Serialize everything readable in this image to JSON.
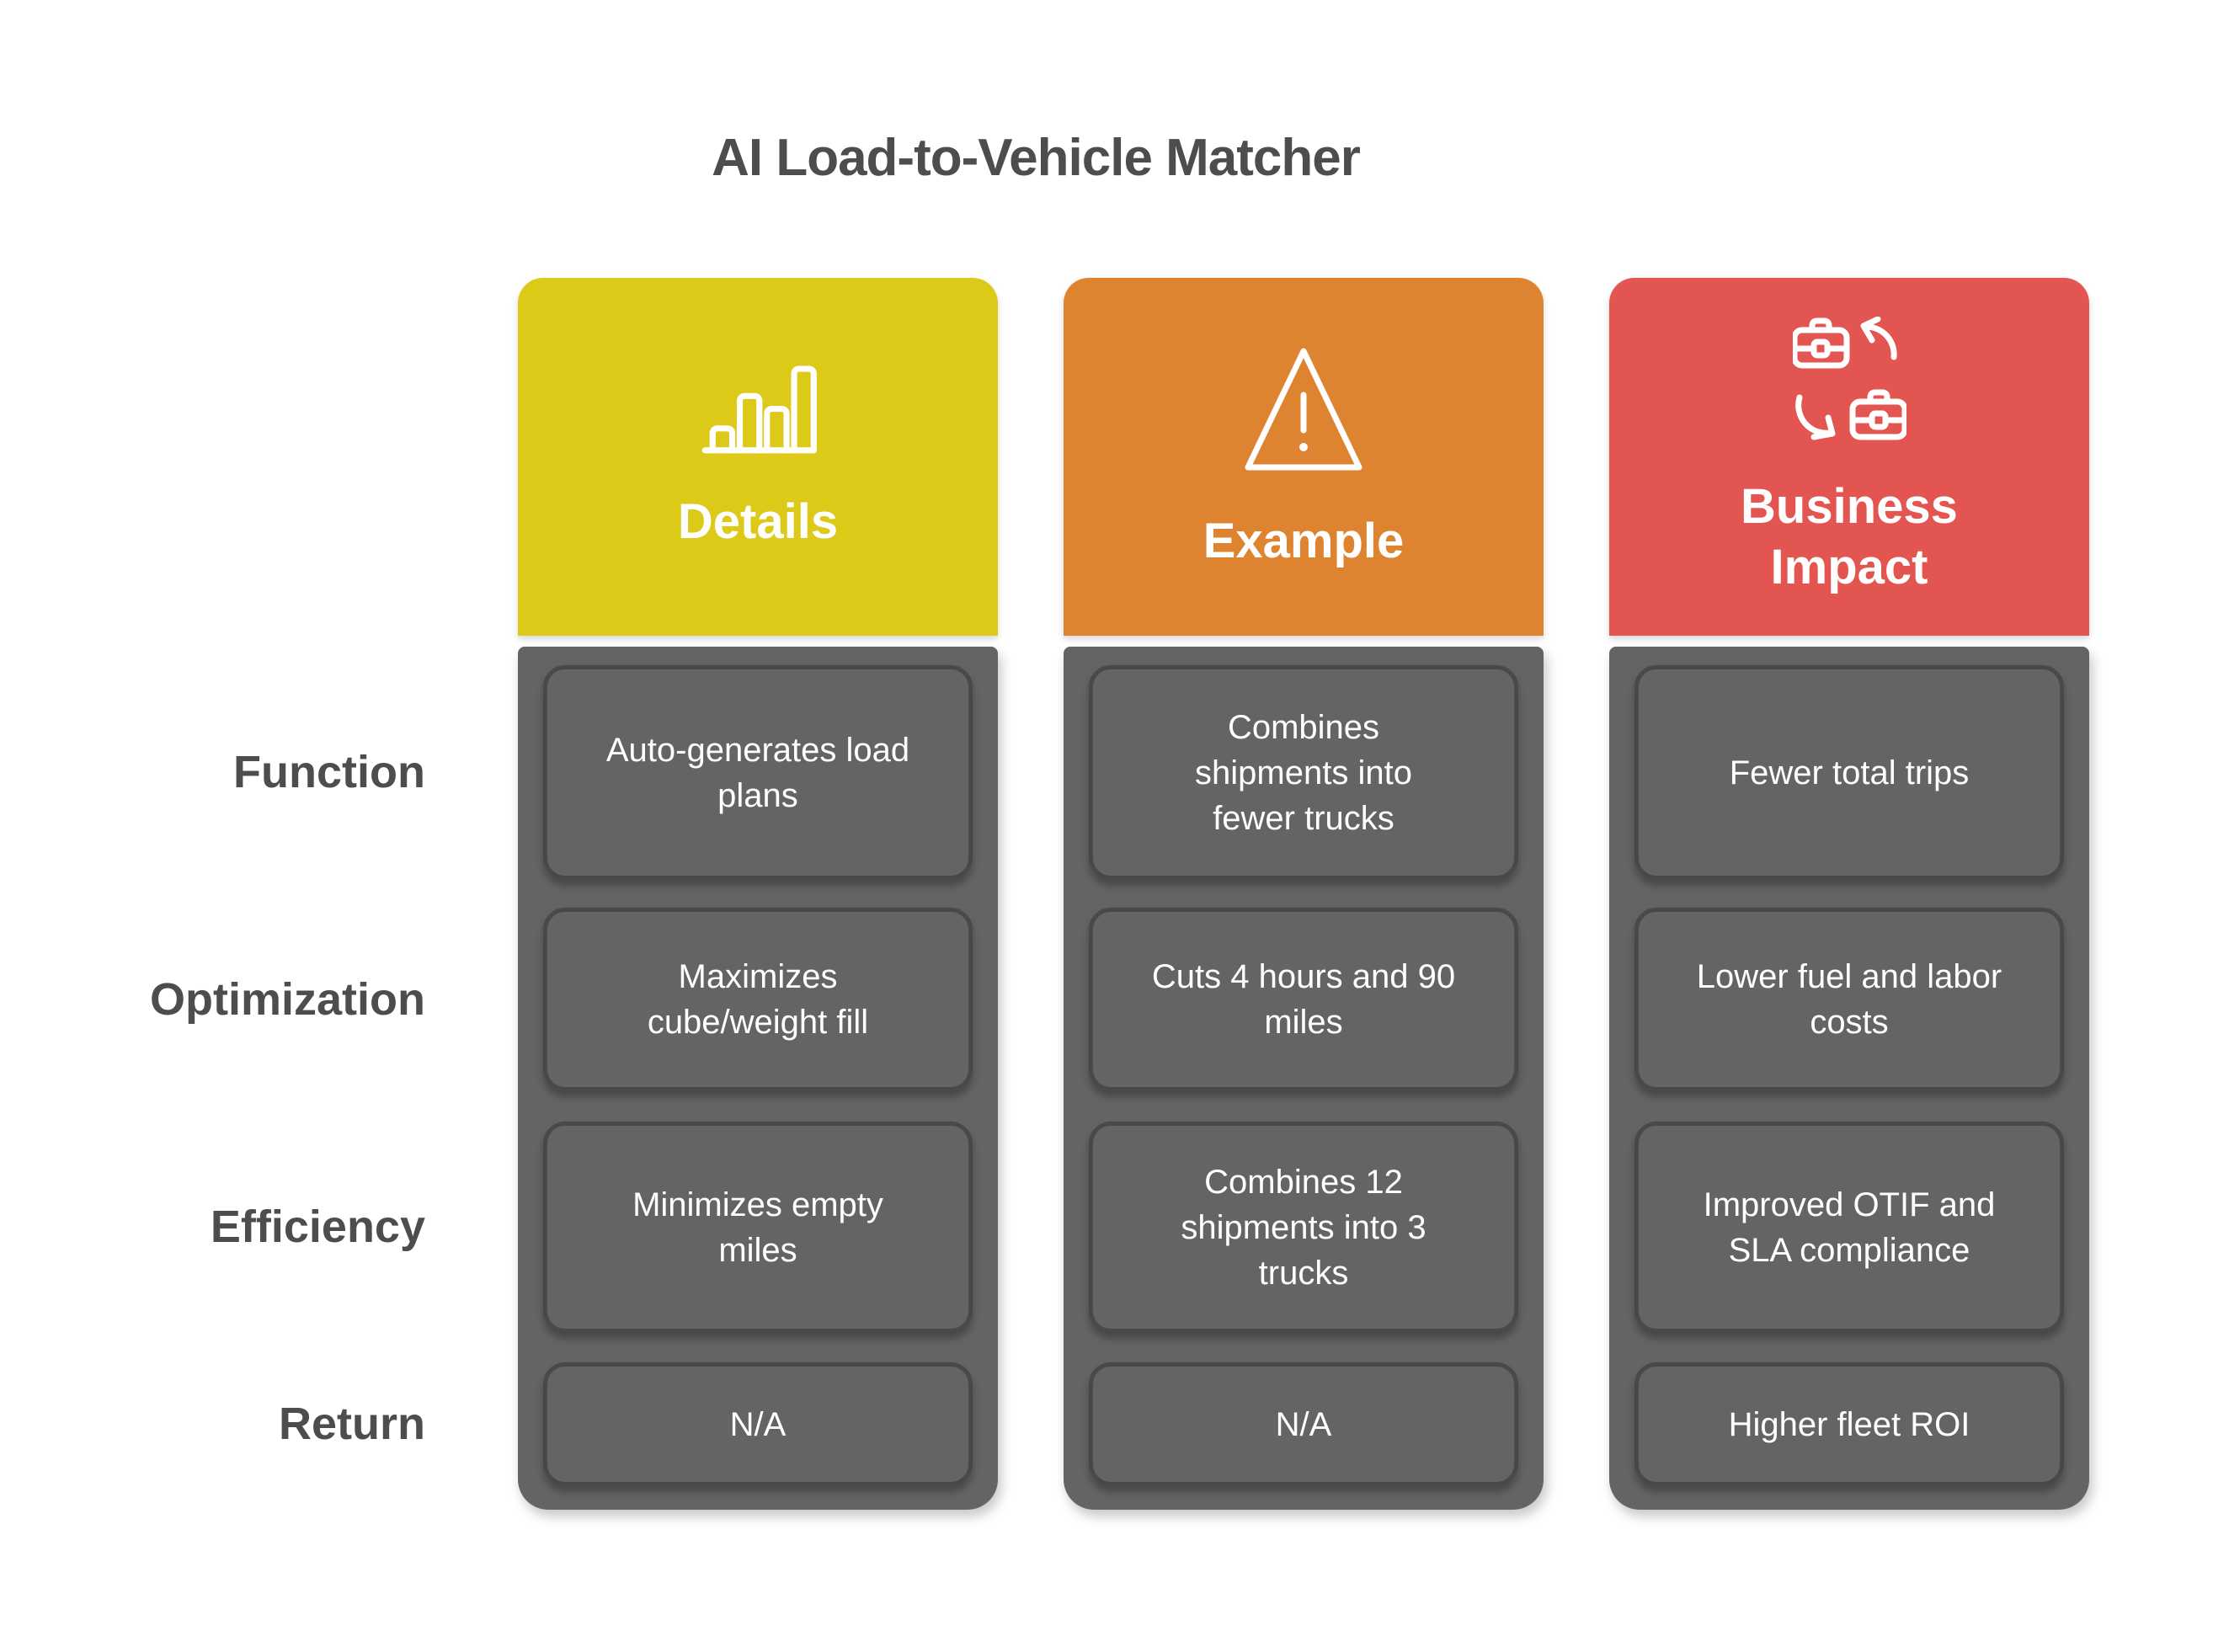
{
  "title": "AI Load-to-Vehicle Matcher",
  "columns": [
    {
      "label": "Details",
      "icon": "bar-chart-icon",
      "header_color": "#dcc918"
    },
    {
      "label": "Example",
      "icon": "warning-triangle-icon",
      "header_color": "#de8431"
    },
    {
      "label": "Business\nImpact",
      "icon": "briefcase-exchange-icon",
      "header_color": "#e35551"
    }
  ],
  "rows": [
    {
      "label": "Function",
      "cells": [
        "Auto-generates load\nplans",
        "Combines\nshipments into\nfewer trucks",
        "Fewer total trips"
      ]
    },
    {
      "label": "Optimization",
      "cells": [
        "Maximizes\ncube/weight fill",
        "Cuts 4 hours and 90\nmiles",
        "Lower fuel and labor\ncosts"
      ]
    },
    {
      "label": "Efficiency",
      "cells": [
        "Minimizes empty\nmiles",
        "Combines 12\nshipments into 3\ntrucks",
        "Improved OTIF and\nSLA compliance"
      ]
    },
    {
      "label": "Return",
      "cells": [
        "N/A",
        "N/A",
        "Higher fleet ROI"
      ]
    }
  ],
  "colors": {
    "background": "#ffffff",
    "details_header": "#dcc918",
    "example_header": "#de8431",
    "business_impact_header": "#e35551",
    "column_body": "#646464",
    "cell_border": "#494949",
    "cell_text": "#ffffff",
    "heading_text": "#4d4d4d",
    "icon_stroke": "#ffffff"
  }
}
